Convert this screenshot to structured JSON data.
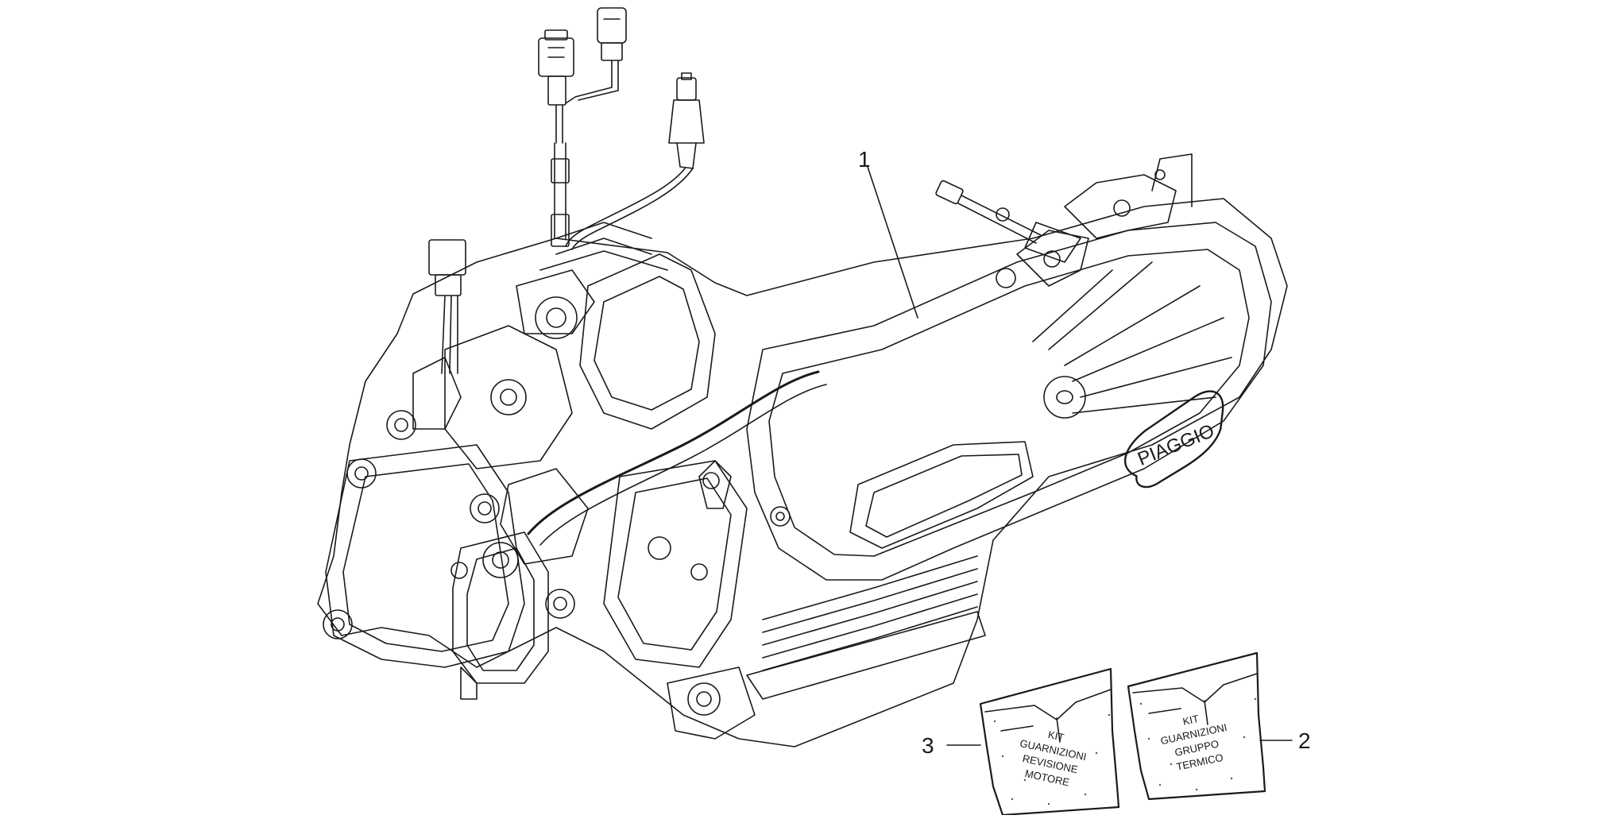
{
  "callouts": {
    "part1": "1",
    "part2": "2",
    "part3": "3"
  },
  "cover_brand": "PIAGGIO",
  "kit_gruppo": {
    "line1": "KIT",
    "line2": "GUARNIZIONI",
    "line3": "GRUPPO",
    "line4": "TERMICO"
  },
  "kit_motore": {
    "line1": "KIT",
    "line2": "GUARNIZIONI",
    "line3": "REVISIONE",
    "line4": "MOTORE"
  },
  "colors": {
    "line": "#1a1a1a",
    "background": "#ffffff"
  }
}
